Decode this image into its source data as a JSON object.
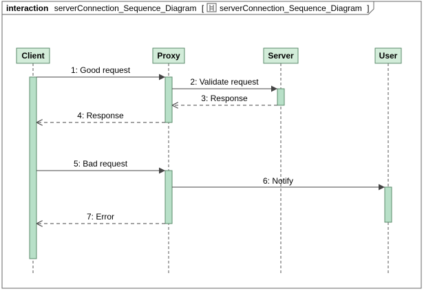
{
  "frame": {
    "keyword": "interaction",
    "name": "serverConnection_Sequence_Diagram",
    "ref_open": "[",
    "ref_name": "serverConnection_Sequence_Diagram",
    "ref_close": "]",
    "icon": "sequence-diagram-icon"
  },
  "lifelines": [
    {
      "id": "client",
      "label": "Client"
    },
    {
      "id": "proxy",
      "label": "Proxy"
    },
    {
      "id": "server",
      "label": "Server"
    },
    {
      "id": "user",
      "label": "User"
    }
  ],
  "messages": [
    {
      "id": "m1",
      "label": "1: Good request",
      "from": "client",
      "to": "proxy",
      "kind": "sync"
    },
    {
      "id": "m2",
      "label": "2: Validate request",
      "from": "proxy",
      "to": "server",
      "kind": "sync"
    },
    {
      "id": "m3",
      "label": "3: Response",
      "from": "server",
      "to": "proxy",
      "kind": "reply"
    },
    {
      "id": "m4",
      "label": "4: Response",
      "from": "proxy",
      "to": "client",
      "kind": "reply"
    },
    {
      "id": "m5",
      "label": "5: Bad request",
      "from": "client",
      "to": "proxy",
      "kind": "sync"
    },
    {
      "id": "m6",
      "label": "6: Notify",
      "from": "proxy",
      "to": "user",
      "kind": "sync"
    },
    {
      "id": "m7",
      "label": "7: Error",
      "from": "proxy",
      "to": "client",
      "kind": "reply"
    }
  ],
  "colors": {
    "lifeline_fill": "#d2ecd9",
    "activation_fill": "#b8e0c8",
    "border": "#5a8a6a"
  }
}
